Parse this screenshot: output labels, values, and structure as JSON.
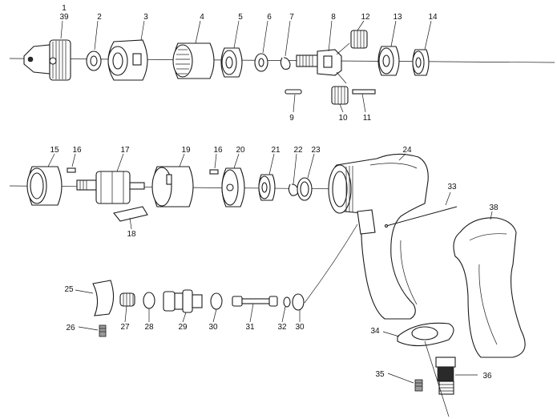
{
  "parts": [
    {
      "label": "1"
    },
    {
      "label": "39"
    },
    {
      "label": "2"
    },
    {
      "label": "3"
    },
    {
      "label": "4"
    },
    {
      "label": "5"
    },
    {
      "label": "6"
    },
    {
      "label": "7"
    },
    {
      "label": "8"
    },
    {
      "label": "12"
    },
    {
      "label": "13"
    },
    {
      "label": "14"
    },
    {
      "label": "9"
    },
    {
      "label": "10"
    },
    {
      "label": "11"
    },
    {
      "label": "15"
    },
    {
      "label": "16"
    },
    {
      "label": "17"
    },
    {
      "label": "19"
    },
    {
      "label": "16"
    },
    {
      "label": "20"
    },
    {
      "label": "21"
    },
    {
      "label": "22"
    },
    {
      "label": "23"
    },
    {
      "label": "24"
    },
    {
      "label": "18"
    },
    {
      "label": "33"
    },
    {
      "label": "38"
    },
    {
      "label": "25"
    },
    {
      "label": "27"
    },
    {
      "label": "28"
    },
    {
      "label": "29"
    },
    {
      "label": "30"
    },
    {
      "label": "31"
    },
    {
      "label": "32"
    },
    {
      "label": "30"
    },
    {
      "label": "26"
    },
    {
      "label": "34"
    },
    {
      "label": "35"
    },
    {
      "label": "36"
    }
  ]
}
